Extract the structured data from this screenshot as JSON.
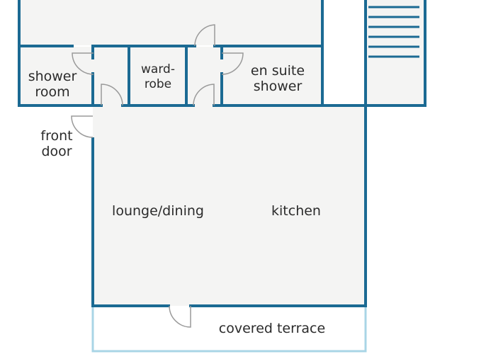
{
  "colors": {
    "wall": "#1b6a93",
    "terrace_wall": "#a9d5e6",
    "floor": "#f4f4f3",
    "door": "#9a9a9a",
    "text": "#2b2b2b"
  },
  "rooms": {
    "shower_room": {
      "line1": "shower",
      "line2": "room"
    },
    "wardrobe": {
      "line1": "ward-",
      "line2": "robe"
    },
    "en_suite": {
      "line1": "en suite",
      "line2": "shower"
    },
    "front_door": {
      "line1": "front",
      "line2": "door"
    },
    "lounge_dining": {
      "label": "lounge/dining"
    },
    "kitchen": {
      "label": "kitchen"
    },
    "covered_terrace": {
      "label": "covered terrace"
    }
  },
  "icons": {
    "stairs": "stairs-icon",
    "door_swing": "door-swing-icon"
  }
}
